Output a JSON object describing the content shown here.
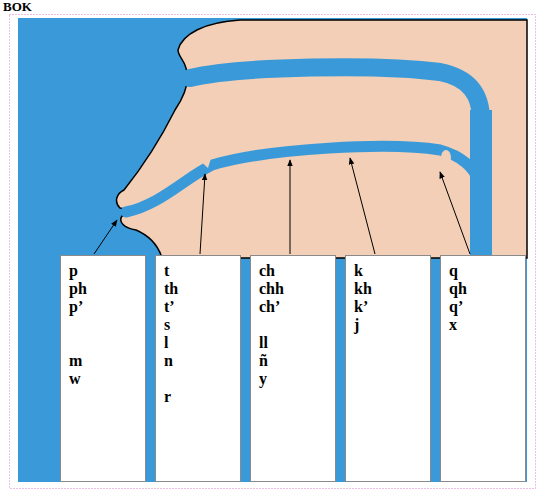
{
  "diagram": {
    "nodes": [
      {
        "text": [
          "p",
          "ph",
          "p’",
          "m",
          "w"
        ]
      },
      {
        "text": [
          "t",
          "th",
          "t’",
          "s",
          "l",
          "n",
          "r"
        ]
      },
      {
        "text": [
          "ch",
          "chh",
          "ch’",
          "ll",
          "ñ",
          "y"
        ]
      },
      {
        "text": [
          "k",
          "kh",
          "k’",
          "j"
        ]
      },
      {
        "text": [
          "q",
          "qh",
          "q’",
          "x"
        ]
      }
    ],
    "labels": [
      "BOK"
    ]
  }
}
